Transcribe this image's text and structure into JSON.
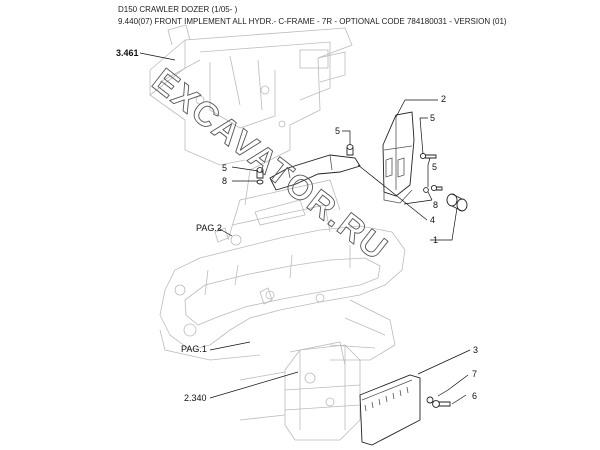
{
  "header": {
    "line1": "D150 CRAWLER DOZER (1/05- )",
    "line2": "9.440(07) FRONT IMPLEMENT ALL HYDR.- C-FRAME - 7R - OPTIONAL CODE 784180031 - VERSION (01)"
  },
  "refs": {
    "ref_3461": "3.461",
    "ref_pag2": "PAG.2",
    "ref_pag1": "PAG.1",
    "ref_2340": "2.340"
  },
  "callouts": [
    "2",
    "5",
    "5",
    "5",
    "8",
    "5",
    "8",
    "4",
    "1",
    "3",
    "7",
    "6"
  ],
  "watermark": "EXCAVATOR.RU"
}
